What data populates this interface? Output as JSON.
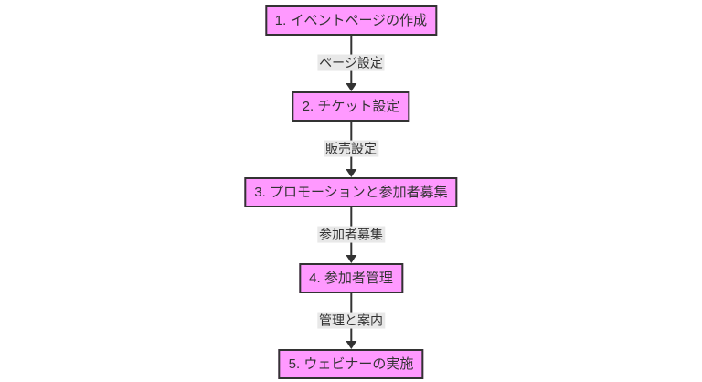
{
  "diagram": {
    "type": "flowchart",
    "direction": "top-down",
    "colors": {
      "background": "#ffffff",
      "node_fill": "#ff99ff",
      "node_border": "#333333",
      "node_text": "#333333",
      "edge_line": "#333333",
      "edge_label_text": "#333333",
      "edge_label_bg": "#e8e8e8"
    },
    "nodes": [
      {
        "id": "step1",
        "label": "1. イベントページの作成"
      },
      {
        "id": "step2",
        "label": "2. チケット設定"
      },
      {
        "id": "step3",
        "label": "3. プロモーションと参加者募集"
      },
      {
        "id": "step4",
        "label": "4. 参加者管理"
      },
      {
        "id": "step5",
        "label": "5. ウェビナーの実施"
      }
    ],
    "edges": [
      {
        "from": "step1",
        "to": "step2",
        "label": "ページ設定"
      },
      {
        "from": "step2",
        "to": "step3",
        "label": "販売設定"
      },
      {
        "from": "step3",
        "to": "step4",
        "label": "参加者募集"
      },
      {
        "from": "step4",
        "to": "step5",
        "label": "管理と案内"
      }
    ]
  }
}
